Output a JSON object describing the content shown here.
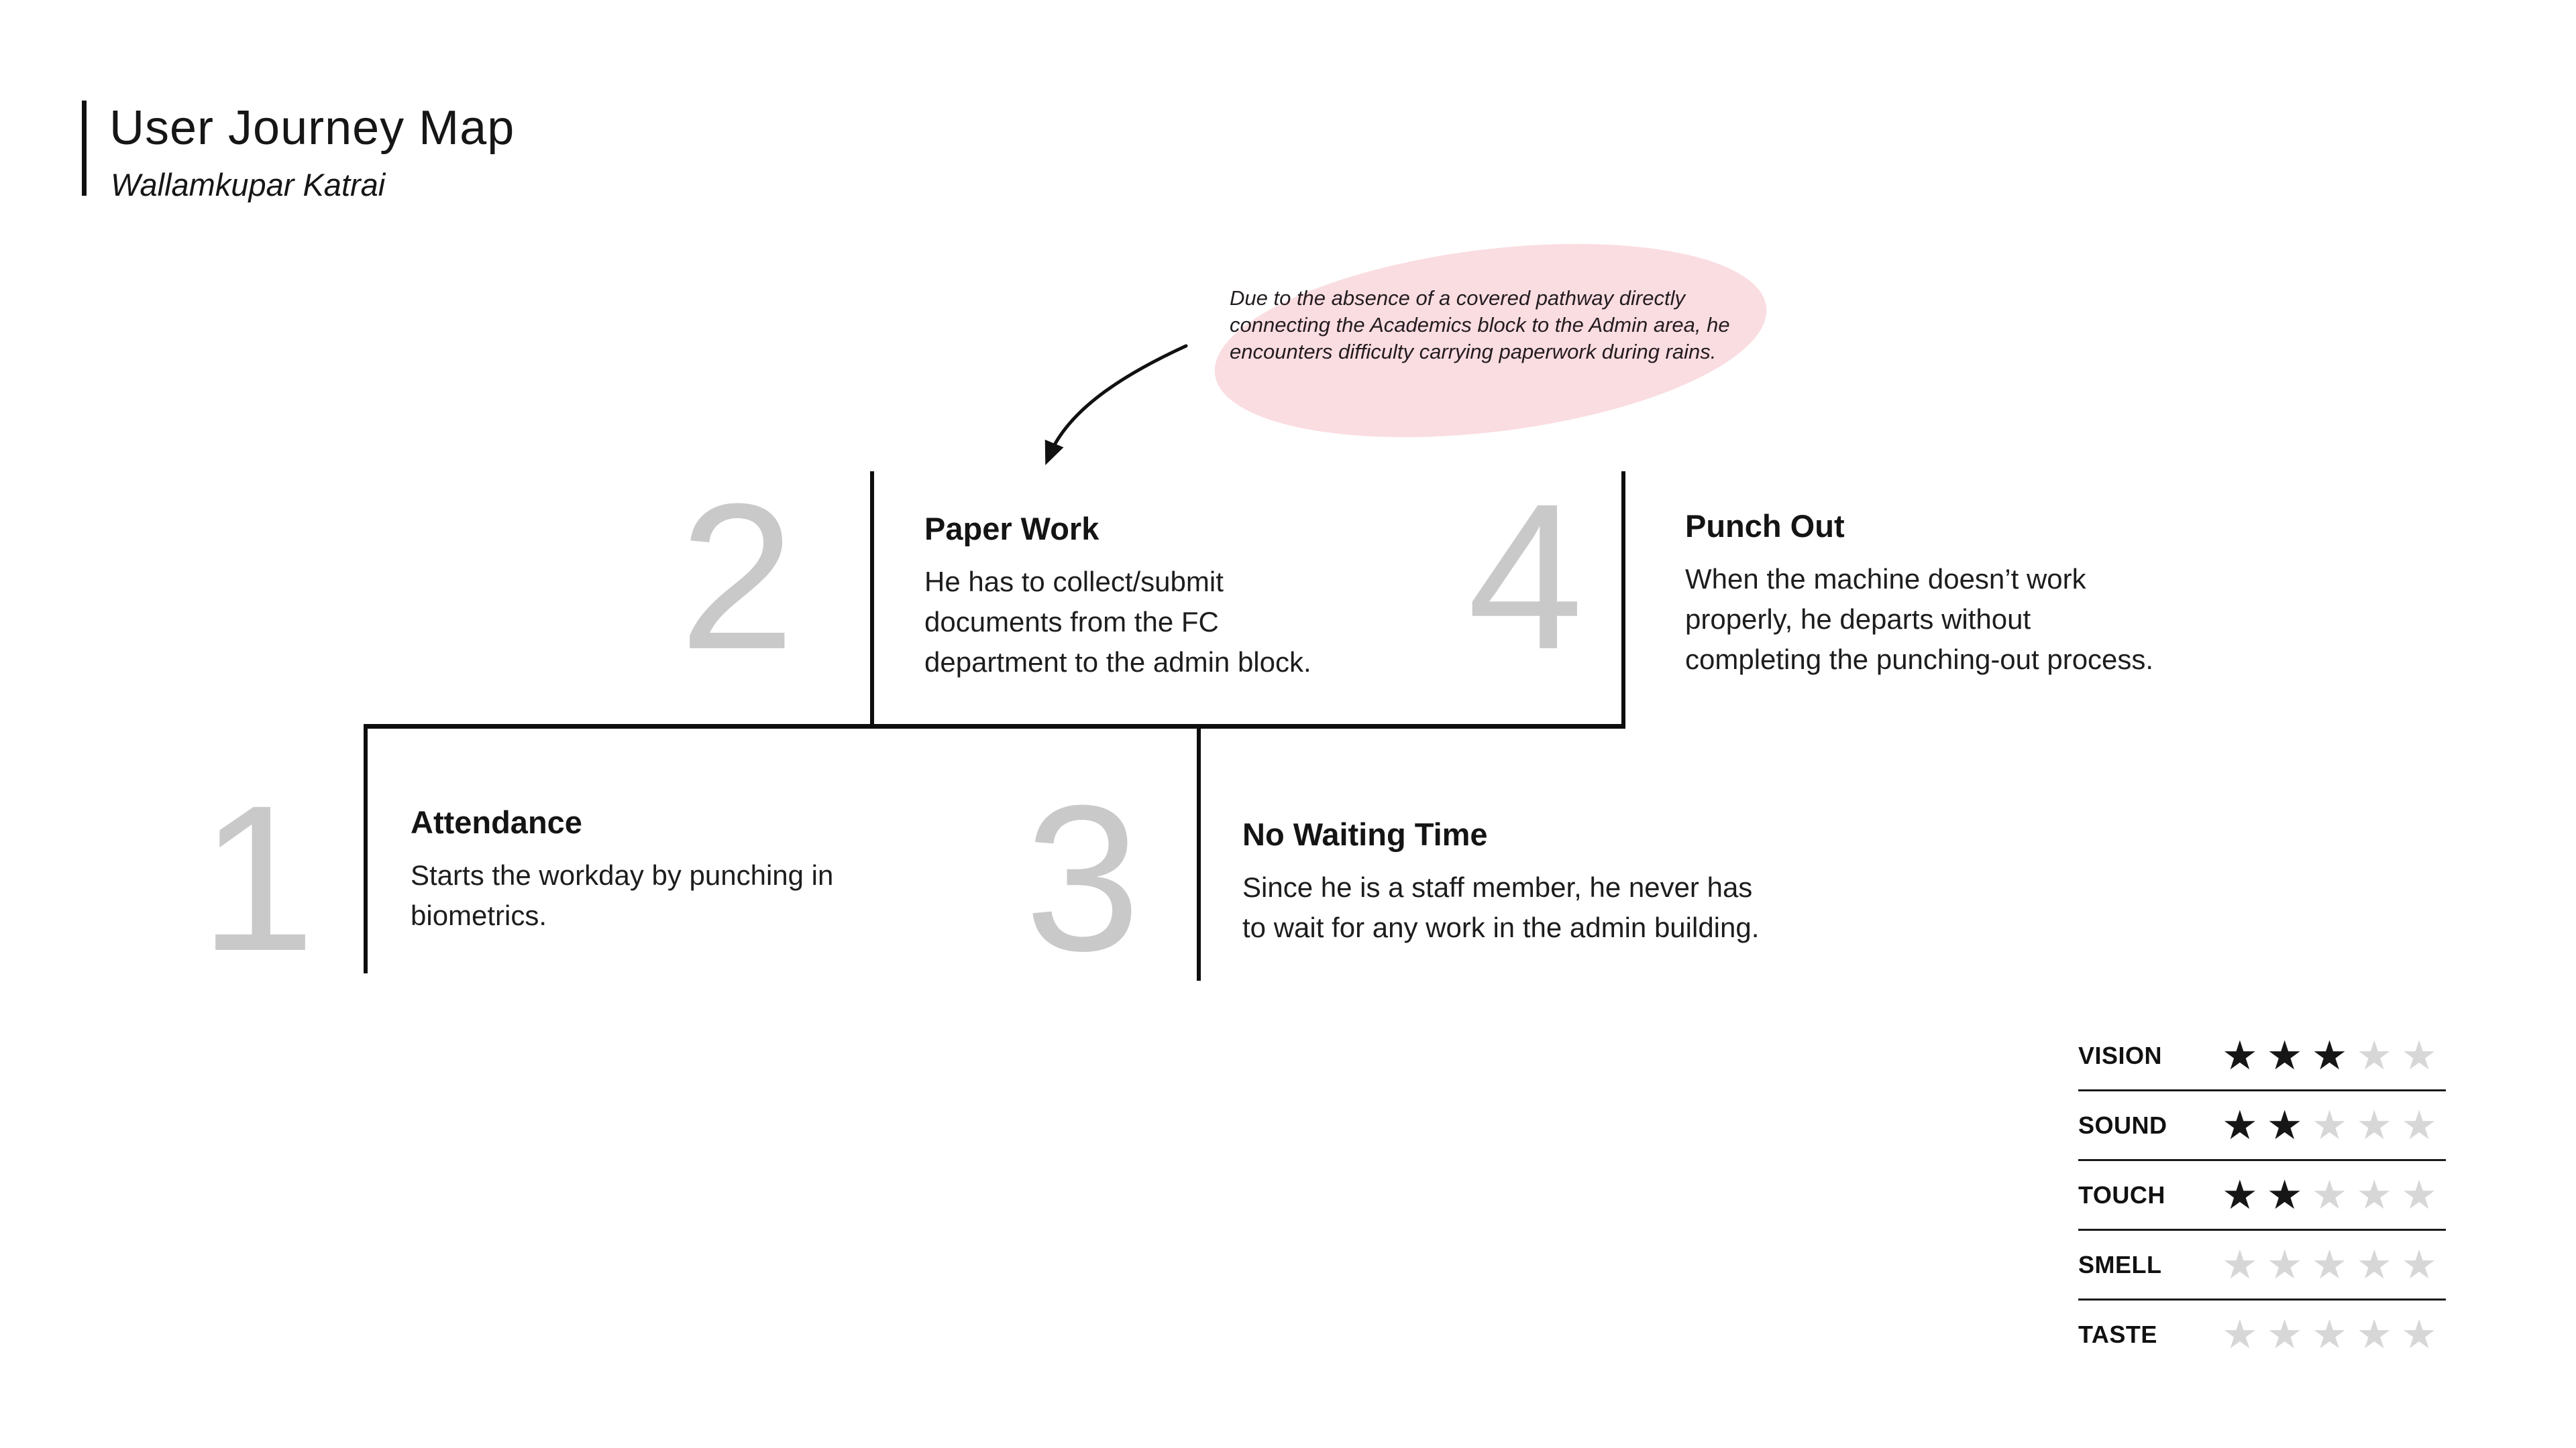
{
  "page": {
    "title": "User Journey Map",
    "subtitle": "Wallamkupar Katrai"
  },
  "annotation": {
    "lines": [
      "Due to the absence of a covered pathway directly",
      "connecting the Academics block to the Admin area, he",
      "encounters difficulty carrying paperwork during rains."
    ],
    "highlight_color": "#fadde1"
  },
  "steps": [
    {
      "number": "1",
      "title": "Attendance",
      "desc_lines": [
        "Starts the workday by punching in",
        "biometrics."
      ]
    },
    {
      "number": "2",
      "title": "Paper Work",
      "desc_lines": [
        "He has to collect/submit",
        "documents from the FC",
        "department to the admin block."
      ]
    },
    {
      "number": "3",
      "title": "No Waiting Time",
      "desc_lines": [
        "Since he is a staff member, he never has",
        "to wait for any work in the admin building."
      ]
    },
    {
      "number": "4",
      "title": "Punch Out",
      "desc_lines": [
        "When the machine doesn’t work",
        "properly, he departs without",
        "completing the punching-out process."
      ]
    }
  ],
  "ratings": {
    "total_stars": 5,
    "star_glyph": "★",
    "filled_color": "#161616",
    "empty_color": "#d7d7d7",
    "rows": [
      {
        "label": "VISION",
        "value": 3
      },
      {
        "label": "SOUND",
        "value": 2
      },
      {
        "label": "TOUCH",
        "value": 2
      },
      {
        "label": "SMELL",
        "value": 0
      },
      {
        "label": "TASTE",
        "value": 0
      }
    ]
  },
  "colors": {
    "number_gray": "#c9c9c9",
    "line_black": "#0e0e0e",
    "text_black": "#161616"
  }
}
